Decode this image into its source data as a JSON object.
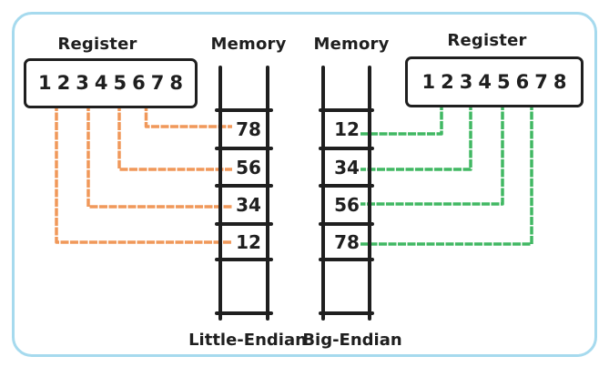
{
  "colors": {
    "accent_orange": "#F0985A",
    "accent_green": "#41B863",
    "frame_blue": "#A6DAEE",
    "ink": "#1F1F1F"
  },
  "left": {
    "register_title": "Register",
    "register_digits": [
      "1",
      "2",
      "3",
      "4",
      "5",
      "6",
      "7",
      "8"
    ],
    "memory_title": "Memory",
    "memory_cells": [
      "78",
      "56",
      "34",
      "12"
    ],
    "caption": "Little-Endian",
    "connections": [
      {
        "register_pair": "78",
        "memory_cell": "78"
      },
      {
        "register_pair": "56",
        "memory_cell": "56"
      },
      {
        "register_pair": "34",
        "memory_cell": "34"
      },
      {
        "register_pair": "12",
        "memory_cell": "12"
      }
    ]
  },
  "right": {
    "memory_title": "Memory",
    "register_title": "Register",
    "register_digits": [
      "1",
      "2",
      "3",
      "4",
      "5",
      "6",
      "7",
      "8"
    ],
    "memory_cells": [
      "12",
      "34",
      "56",
      "78"
    ],
    "caption": "Big-Endian",
    "connections": [
      {
        "register_pair": "12",
        "memory_cell": "12"
      },
      {
        "register_pair": "34",
        "memory_cell": "34"
      },
      {
        "register_pair": "56",
        "memory_cell": "56"
      },
      {
        "register_pair": "78",
        "memory_cell": "78"
      }
    ]
  }
}
